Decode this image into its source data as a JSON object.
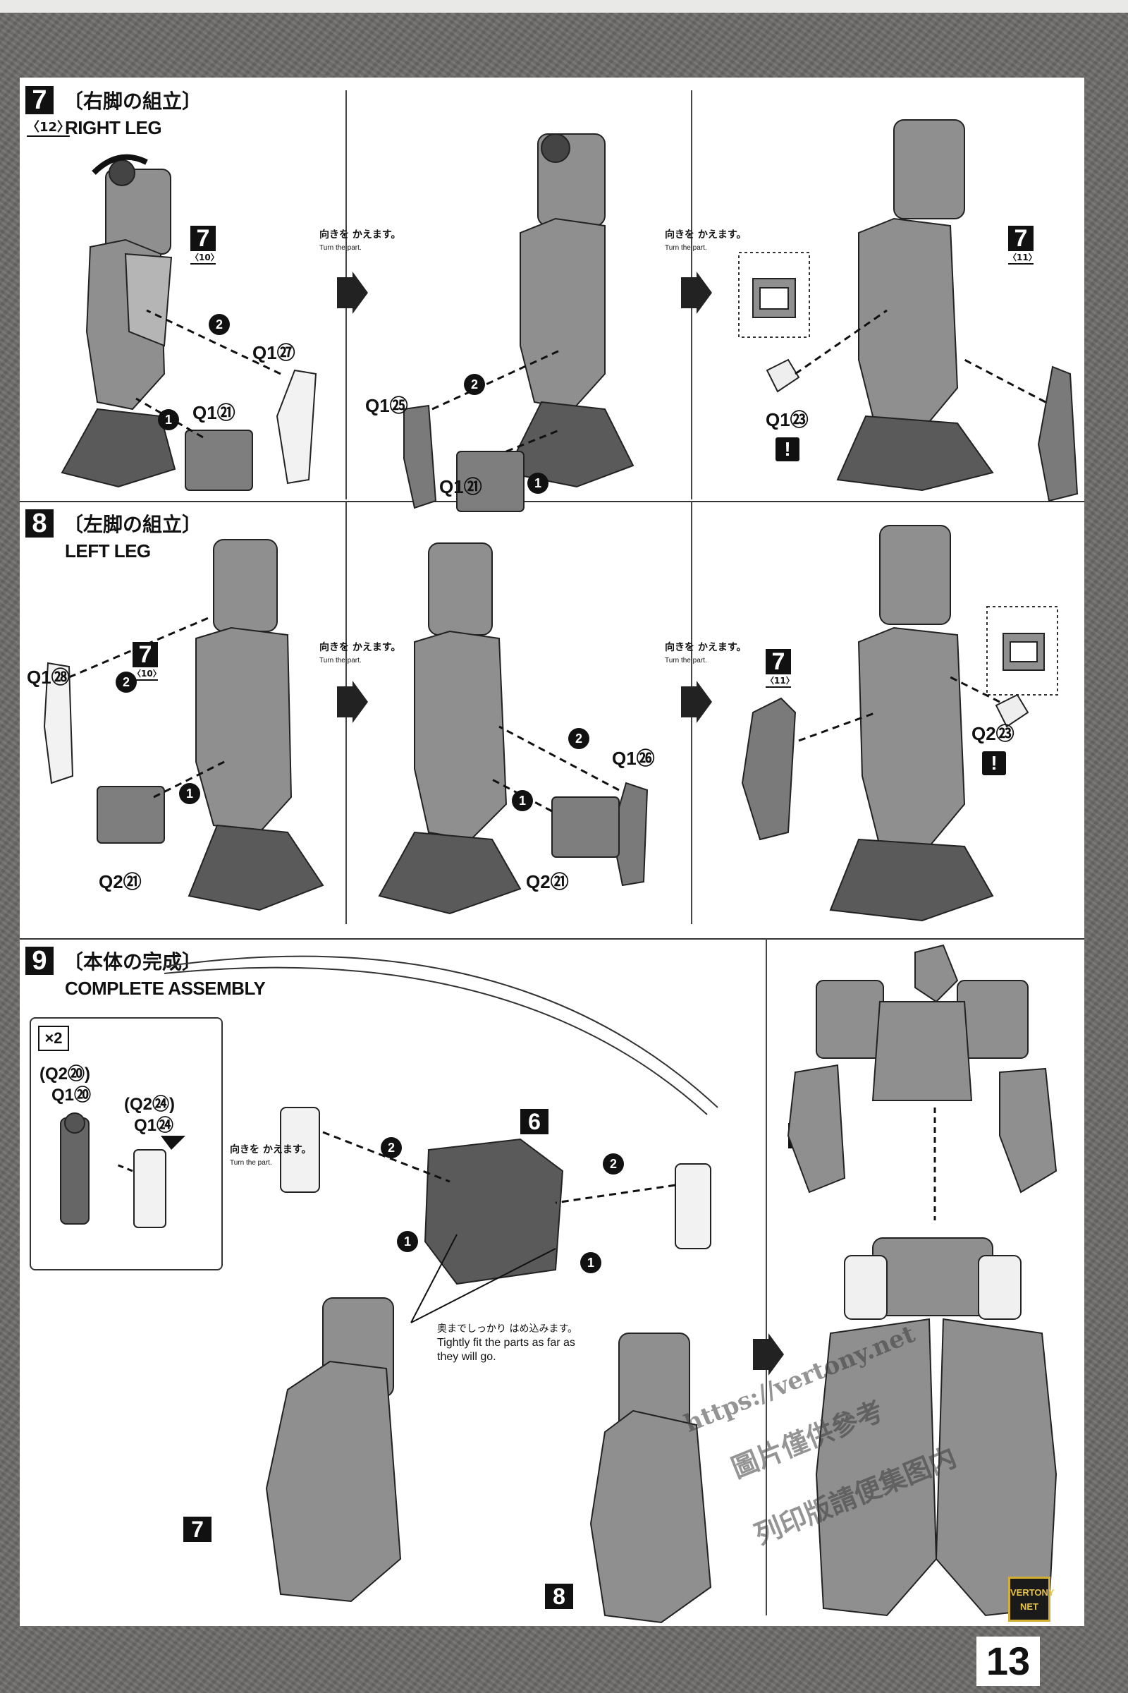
{
  "page": {
    "number": "13"
  },
  "watermark": {
    "url": "https://vertony.net",
    "line1": "圖片僅供參考",
    "line2": "列印版請便集图内",
    "logo": "VERTONY NET"
  },
  "step7": {
    "num": "7",
    "ref": "〈12〉",
    "title_jp": "〔右脚の組立〕",
    "title_en": "RIGHT LEG",
    "turn_jp": "向きを かえます。",
    "turn_en": "Turn the part.",
    "parts": [
      "Q1㉗",
      "Q1㉑",
      "Q1㉕",
      "Q1㉑",
      "Q1㉓"
    ],
    "refs": [
      {
        "num": "7",
        "sub": "〈10〉"
      },
      {
        "num": "7",
        "sub": "〈11〉"
      }
    ],
    "warn": "!"
  },
  "step8": {
    "num": "8",
    "title_jp": "〔左脚の組立〕",
    "title_en": "LEFT LEG",
    "turn_jp": "向きを かえます。",
    "turn_en": "Turn the part.",
    "parts": [
      "Q1㉘",
      "Q2㉑",
      "Q1㉖",
      "Q2㉑",
      "Q2㉓"
    ],
    "refs": [
      {
        "num": "7",
        "sub": "〈10〉"
      },
      {
        "num": "7",
        "sub": "〈11〉"
      }
    ],
    "warn": "!"
  },
  "step9": {
    "num": "9",
    "title_jp": "〔本体の完成〕",
    "title_en": "COMPLETE ASSEMBLY",
    "mult": "×2",
    "parts": [
      "(Q2⑳)",
      "Q1⑳",
      "(Q2㉔)",
      "Q1㉔"
    ],
    "turn_jp": "向きを かえます。",
    "turn_en": "Turn the part.",
    "note_jp": "奥までしっかり はめ込みます。",
    "note_en": "Tightly fit the parts as far as they will go.",
    "labels": [
      "5",
      "6",
      "7",
      "8"
    ]
  }
}
